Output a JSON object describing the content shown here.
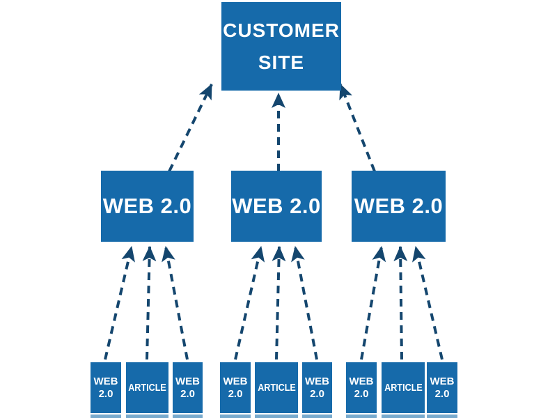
{
  "colors": {
    "box_blue": "#166aaa",
    "arrow_navy": "#14466e",
    "label_white": "#ffffff",
    "reflection_blue": "#78aacd",
    "background": "#ffffff"
  },
  "top_box": {
    "line1": "CUSTOMER",
    "line2": "SITE"
  },
  "middle_boxes": [
    {
      "label": "WEB 2.0"
    },
    {
      "label": "WEB 2.0"
    },
    {
      "label": "WEB 2.0"
    }
  ],
  "bottom_groups": [
    {
      "boxes": [
        {
          "label": "WEB 2.0"
        },
        {
          "label": "ARTICLE"
        },
        {
          "label": "WEB 2.0"
        }
      ]
    },
    {
      "boxes": [
        {
          "label": "WEB 2.0"
        },
        {
          "label": "ARTICLE"
        },
        {
          "label": "WEB 2.0"
        }
      ]
    },
    {
      "boxes": [
        {
          "label": "WEB 2.0"
        },
        {
          "label": "ARTICLE"
        },
        {
          "label": "WEB 2.0"
        }
      ]
    }
  ]
}
